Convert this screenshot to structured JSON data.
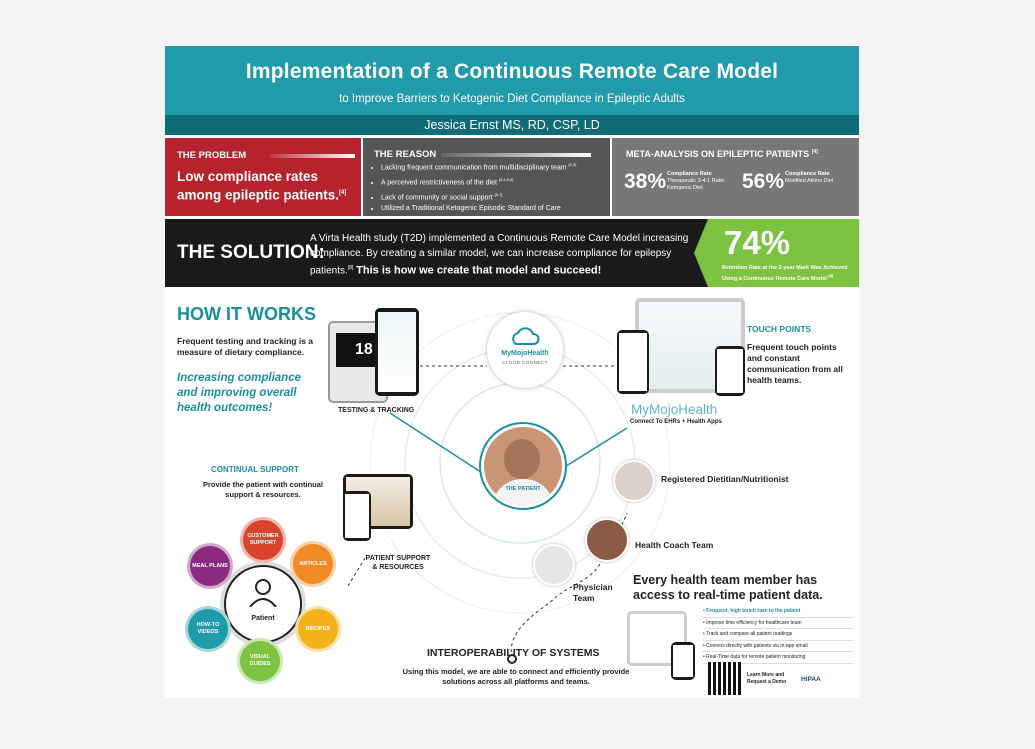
{
  "header": {
    "title": "Implementation of a Continuous Remote Care Model",
    "subtitle": "to Improve Barriers to Ketogenic Diet Compliance in Epileptic Adults",
    "author": "Jessica Ernst MS, RD, CSP, LD"
  },
  "problem": {
    "heading": "THE PROBLEM",
    "statement": "Low compliance rates among epileptic patients.",
    "ref": "[4]"
  },
  "reason": {
    "heading": "THE REASON",
    "items": [
      {
        "text": "Lacking frequent communication from multidisciplinary team",
        "ref": "[2,3]"
      },
      {
        "text": "A perceived restrictiveness of the diet",
        "ref": "[3,4,5,6]"
      },
      {
        "text": "Lack of community or social support",
        "ref": "[5,7]"
      },
      {
        "text": "Utilized a Traditional Ketogenic Episodic Standard of Care"
      }
    ]
  },
  "meta": {
    "heading": "META-ANALYSIS ON EPILEPTIC PATIENTS",
    "ref": "[4]",
    "stats": [
      {
        "value": "38%",
        "line1": "Compliance Rate",
        "line2": "Therapeutic 3-4:1 Ratio",
        "line3": "Ketogenic Diet"
      },
      {
        "value": "56%",
        "line1": "Compliance Rate",
        "line2": "Modified Atkins Diet"
      }
    ]
  },
  "solution": {
    "heading": "THE SOLUTION:",
    "text": "A Virta Health study (T2D) implemented a Continuous Remote Care Model increasing compliance. By creating a similar model, we can increase compliance for epilepsy patients.",
    "ref": "[8]",
    "emphasis": "This is how we create that model and succeed!"
  },
  "retention": {
    "value": "74%",
    "line1": "Retention Rate at the 2-year Mark Was Achieved",
    "line2": "Using a Continuous Remote Care Model",
    "ref": "[8]"
  },
  "how": {
    "heading": "HOW IT WORKS",
    "text": "Frequent testing and tracking is a measure of dietary compliance.",
    "emphasis": "Increasing compliance and improving overall health outcomes!",
    "testing_label": "TESTING & TRACKING",
    "meter_reading": "18"
  },
  "cloud": {
    "brand": "MyMojoHealth",
    "tagline": "CLOUD CONNECT"
  },
  "touch": {
    "heading": "TOUCH POINTS",
    "text": "Frequent touch points and constant communication from all health teams."
  },
  "mymojo": {
    "part1": "MyMojo",
    "part2": "Health",
    "tagline": "Connect To EHRs + Health Apps"
  },
  "patient": {
    "label": "THE PATIENT"
  },
  "team": {
    "dietitian": "Registered Dietitian/Nutritionist",
    "coach": "Health Coach Team",
    "physician": "Physician Team",
    "headline": "Every health team member has access to real-time patient data.",
    "bullets": [
      "• Frequent, high touch care to the patient",
      "• Improve time efficiency for healthcare team",
      "• Track and compare all patient readings",
      "• Connect directly with patients via in-app email",
      "• Real-Time data for remote patient monitoring"
    ],
    "learn_more": "Learn More and Request a Demo",
    "hipaa": "HIPAA"
  },
  "interop": {
    "heading": "INTEROPERABILITY OF SYSTEMS",
    "text": "Using this model, we are able to connect and efficiently provide solutions across all platforms and teams."
  },
  "support": {
    "heading": "CONTINUAL SUPPORT",
    "text": "Provide the patient with continual support & resources.",
    "resources_label": "PATIENT SUPPORT & RESOURCES",
    "hub": "Patient",
    "petals": [
      "CUSTOMER SUPPORT",
      "ARTICLES",
      "RECIPES",
      "VISUAL GUIDES",
      "HOW-TO VIDEOS",
      "MEAL PLANS"
    ]
  }
}
